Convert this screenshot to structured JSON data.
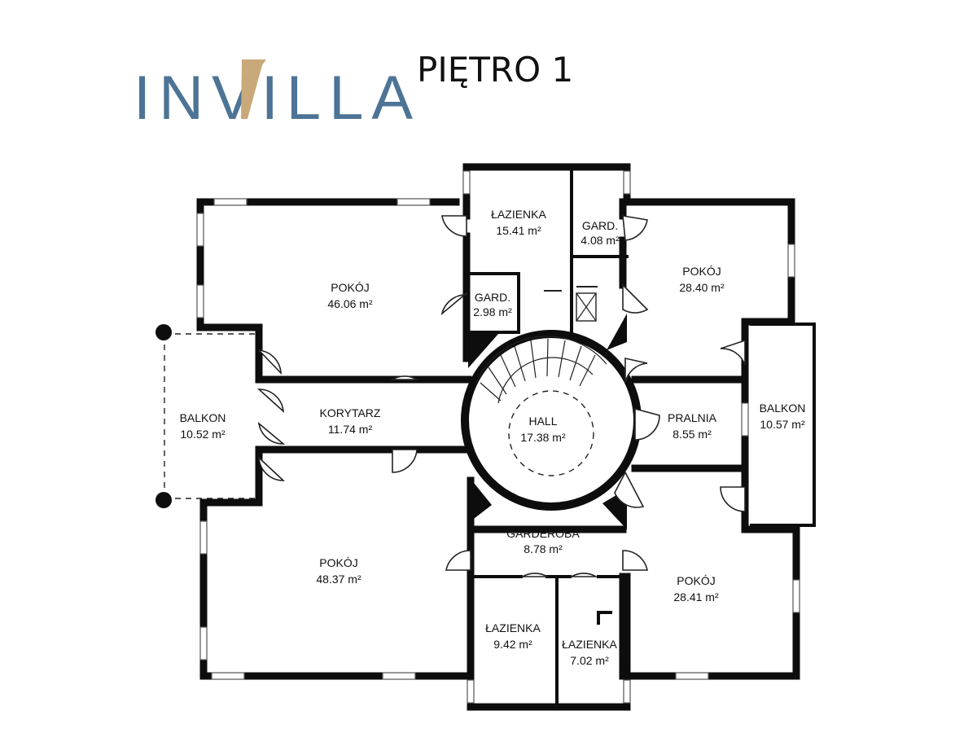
{
  "brand": {
    "logo_text": "INVILLA"
  },
  "floor": {
    "title": "PIĘTRO 1"
  },
  "rooms": [
    {
      "id": "pokoj-nw",
      "name": "POKÓJ",
      "area": "46.06 m²"
    },
    {
      "id": "lazienka-n",
      "name": "ŁAZIENKA",
      "area": "15.41 m²"
    },
    {
      "id": "gard-ne",
      "name": "GARD.",
      "area": "4.08 m²"
    },
    {
      "id": "gard-mid",
      "name": "GARD.",
      "area": "2.98 m²"
    },
    {
      "id": "pokoj-ne",
      "name": "POKÓJ",
      "area": "28.40 m²"
    },
    {
      "id": "balkon-w",
      "name": "BALKON",
      "area": "10.52 m²"
    },
    {
      "id": "korytarz",
      "name": "KORYTARZ",
      "area": "11.74 m²"
    },
    {
      "id": "hall",
      "name": "HALL",
      "area": "17.38 m²"
    },
    {
      "id": "pralnia",
      "name": "PRALNIA",
      "area": "8.55 m²"
    },
    {
      "id": "balkon-e",
      "name": "BALKON",
      "area": "10.57 m²"
    },
    {
      "id": "garderoba",
      "name": "GARDEROBA",
      "area": "8.78 m²"
    },
    {
      "id": "pokoj-sw",
      "name": "POKÓJ",
      "area": "48.37 m²"
    },
    {
      "id": "pokoj-se",
      "name": "POKÓJ",
      "area": "28.41 m²"
    },
    {
      "id": "lazienka-s1",
      "name": "ŁAZIENKA",
      "area": "9.42 m²"
    },
    {
      "id": "lazienka-s2",
      "name": "ŁAZIENKA",
      "area": "7.02 m²"
    }
  ]
}
